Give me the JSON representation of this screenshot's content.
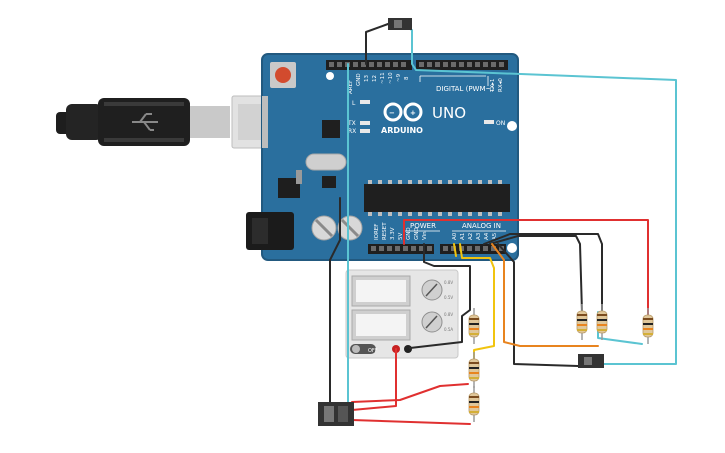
{
  "board": {
    "brand": "ARDUINO",
    "model": "UNO",
    "digital_header": "DIGITAL (PWM~)",
    "on_label": "ON",
    "led_l": "L",
    "led_tx": "TX",
    "led_rx": "RX",
    "tx_pin": "TX▸1",
    "rx_pin": "RX◂0",
    "aref": "AREF",
    "gnd": "GND",
    "pin13": "13",
    "pin12": "12",
    "pin11": "~11",
    "pin10": "~10",
    "pin9": "~9",
    "pin8": "8",
    "power_header": "POWER",
    "analog_header": "ANALOG IN",
    "ioref": "IOREF",
    "reset": "RESET",
    "v33": "3.3V",
    "v5": "5V",
    "gnd1": "GND",
    "gnd2": "GND",
    "vin": "Vin",
    "a0": "A0",
    "a1": "A1",
    "a2": "A2",
    "a3": "A3",
    "a4": "A4",
    "a5": "A5"
  },
  "power_supply": {
    "off_label": "OFF"
  },
  "colors": {
    "board": "#2a6f9e",
    "wire_cyan": "#5bc4d2",
    "wire_red": "#e03030",
    "wire_black": "#2a2a2a",
    "wire_yellow": "#f1c40f",
    "wire_orange": "#e8841f"
  }
}
